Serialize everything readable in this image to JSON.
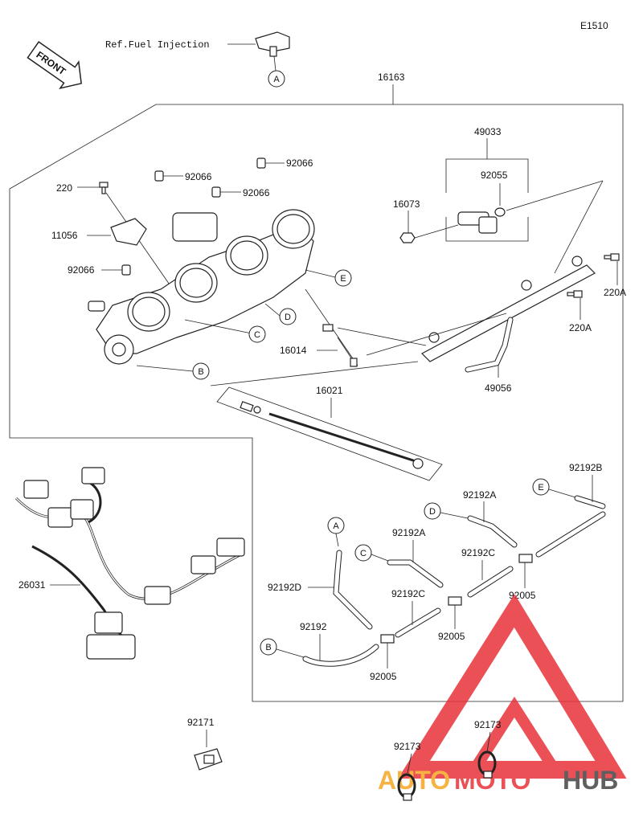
{
  "diagram_code": "E1510",
  "ref_note": "Ref.Fuel Injection",
  "front_label": "FRONT",
  "watermark": {
    "part1": "AUTO",
    "part2": "MOTO",
    "part3": "HUB",
    "color_red": "#e8323a",
    "color_orange": "#f5a623",
    "color_dark": "#444444"
  },
  "callouts": [
    "A",
    "B",
    "C",
    "D",
    "E"
  ],
  "parts": {
    "p16163": "16163",
    "p49033": "49033",
    "p92055": "92055",
    "p16073": "16073",
    "p92066_a": "92066",
    "p92066_b": "92066",
    "p92066_c": "92066",
    "p92066_d": "92066",
    "p220": "220",
    "p11056": "11056",
    "p220A_a": "220A",
    "p220A_b": "220A",
    "p16014": "16014",
    "p49056": "49056",
    "p16021": "16021",
    "p26031": "26031",
    "p92192B": "92192B",
    "p92192A_a": "92192A",
    "p92192A_b": "92192A",
    "p92192C_a": "92192C",
    "p92192C_b": "92192C",
    "p92192D": "92192D",
    "p92192": "92192",
    "p92005_a": "92005",
    "p92005_b": "92005",
    "p92005_c": "92005",
    "p92171": "92171",
    "p92173_a": "92173",
    "p92173_b": "92173"
  }
}
